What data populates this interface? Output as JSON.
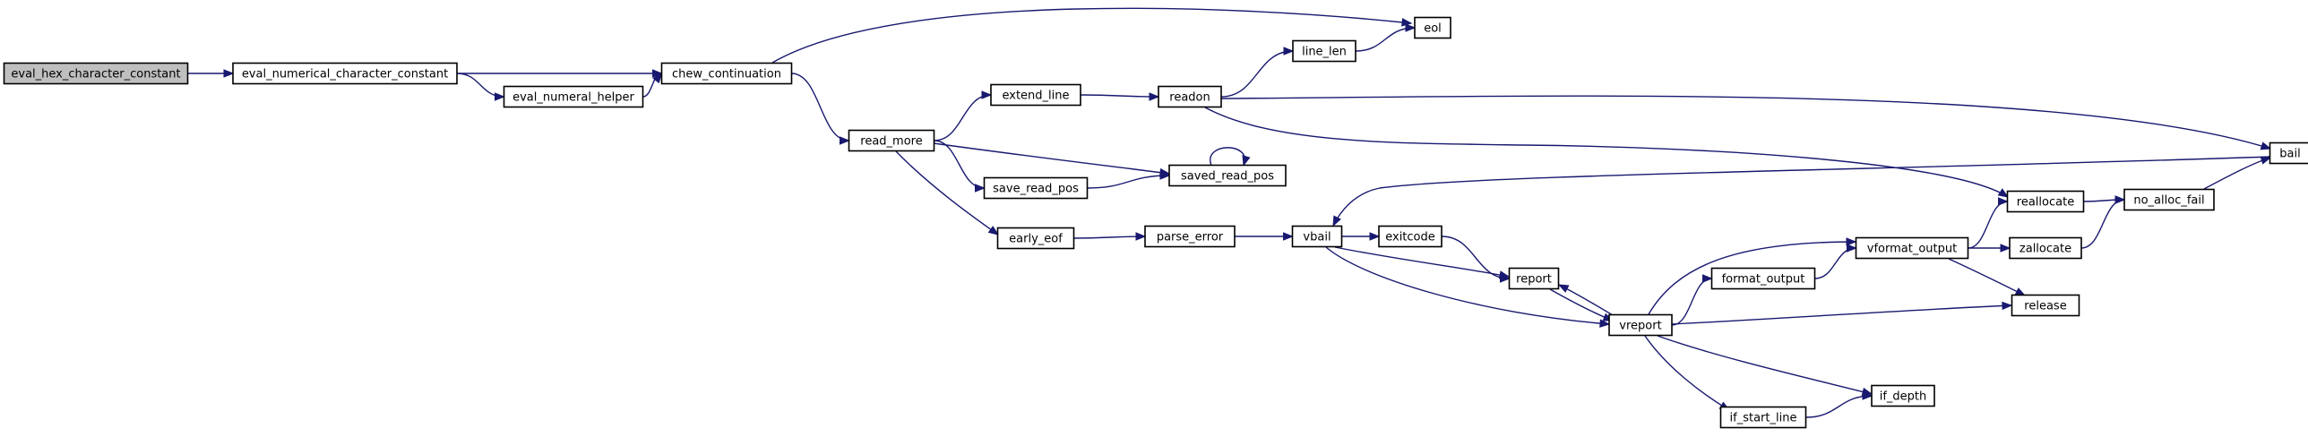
{
  "nodes": [
    {
      "id": "eval_hex_character_constant",
      "label": "eval_hex_character_constant",
      "root": true
    },
    {
      "id": "eval_numerical_character_constant",
      "label": "eval_numerical_character_constant"
    },
    {
      "id": "chew_continuation",
      "label": "chew_continuation"
    },
    {
      "id": "eval_numeral_helper",
      "label": "eval_numeral_helper"
    },
    {
      "id": "eol",
      "label": "eol"
    },
    {
      "id": "read_more",
      "label": "read_more"
    },
    {
      "id": "extend_line",
      "label": "extend_line"
    },
    {
      "id": "readon",
      "label": "readon"
    },
    {
      "id": "line_len",
      "label": "line_len"
    },
    {
      "id": "save_read_pos",
      "label": "save_read_pos"
    },
    {
      "id": "saved_read_pos",
      "label": "saved_read_pos"
    },
    {
      "id": "early_eof",
      "label": "early_eof"
    },
    {
      "id": "parse_error",
      "label": "parse_error"
    },
    {
      "id": "vbail",
      "label": "vbail"
    },
    {
      "id": "exitcode",
      "label": "exitcode"
    },
    {
      "id": "report",
      "label": "report"
    },
    {
      "id": "vreport",
      "label": "vreport"
    },
    {
      "id": "format_output",
      "label": "format_output"
    },
    {
      "id": "vformat_output",
      "label": "vformat_output"
    },
    {
      "id": "reallocate",
      "label": "reallocate"
    },
    {
      "id": "no_alloc_fail",
      "label": "no_alloc_fail"
    },
    {
      "id": "zallocate",
      "label": "zallocate"
    },
    {
      "id": "release",
      "label": "release"
    },
    {
      "id": "bail",
      "label": "bail"
    },
    {
      "id": "if_depth",
      "label": "if_depth"
    },
    {
      "id": "if_start_line",
      "label": "if_start_line"
    }
  ],
  "edges": [
    [
      "eval_hex_character_constant",
      "eval_numerical_character_constant"
    ],
    [
      "eval_numerical_character_constant",
      "chew_continuation"
    ],
    [
      "eval_numerical_character_constant",
      "eval_numeral_helper"
    ],
    [
      "eval_numeral_helper",
      "chew_continuation"
    ],
    [
      "chew_continuation",
      "eol"
    ],
    [
      "chew_continuation",
      "read_more"
    ],
    [
      "read_more",
      "extend_line"
    ],
    [
      "read_more",
      "save_read_pos"
    ],
    [
      "read_more",
      "saved_read_pos"
    ],
    [
      "read_more",
      "early_eof"
    ],
    [
      "extend_line",
      "readon"
    ],
    [
      "readon",
      "line_len"
    ],
    [
      "readon",
      "bail"
    ],
    [
      "readon",
      "reallocate"
    ],
    [
      "line_len",
      "eol"
    ],
    [
      "save_read_pos",
      "saved_read_pos"
    ],
    [
      "saved_read_pos",
      "saved_read_pos"
    ],
    [
      "early_eof",
      "parse_error"
    ],
    [
      "parse_error",
      "vbail"
    ],
    [
      "bail",
      "vbail"
    ],
    [
      "vbail",
      "exitcode"
    ],
    [
      "vbail",
      "report"
    ],
    [
      "vbail",
      "vreport"
    ],
    [
      "exitcode",
      "report"
    ],
    [
      "report",
      "vreport"
    ],
    [
      "vreport",
      "report"
    ],
    [
      "vreport",
      "format_output"
    ],
    [
      "vreport",
      "vformat_output"
    ],
    [
      "vreport",
      "release"
    ],
    [
      "vreport",
      "if_depth"
    ],
    [
      "vreport",
      "if_start_line"
    ],
    [
      "format_output",
      "vformat_output"
    ],
    [
      "vformat_output",
      "reallocate"
    ],
    [
      "vformat_output",
      "zallocate"
    ],
    [
      "vformat_output",
      "release"
    ],
    [
      "reallocate",
      "no_alloc_fail"
    ],
    [
      "zallocate",
      "no_alloc_fail"
    ],
    [
      "no_alloc_fail",
      "bail"
    ],
    [
      "if_start_line",
      "if_depth"
    ]
  ],
  "colors": {
    "edge": "#191970",
    "root_fill": "#bfbfbf",
    "node_fill": "#ffffff",
    "node_stroke": "#000000"
  }
}
